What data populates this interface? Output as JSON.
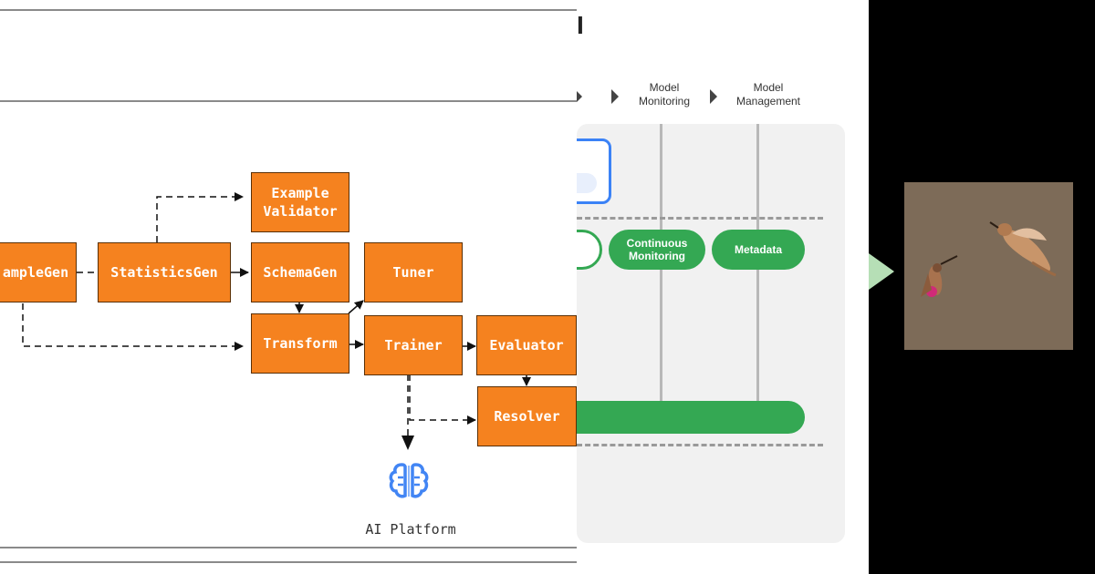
{
  "pipeline": {
    "nodes": {
      "examplegen": "ampleGen",
      "statisticsgen": "StatisticsGen",
      "example_validator_1": "Example",
      "example_validator_2": "Validator",
      "schemagen": "SchemaGen",
      "tuner": "Tuner",
      "transform": "Transform",
      "trainer": "Trainer",
      "evaluator": "Evaluator",
      "resolver": "Resolver"
    },
    "ai_platform_label": "AI Platform",
    "colors": {
      "node_fill": "#f5821f",
      "node_border": "#5a2f05",
      "ai_blue": "#4285f4"
    }
  },
  "middle": {
    "title_fragment": "I",
    "stages": [
      {
        "line1": "Model",
        "line2": "Monitoring"
      },
      {
        "line1": "Model",
        "line2": "Management"
      }
    ],
    "pills": {
      "continuous_1": "Continuous",
      "continuous_2": "Monitoring",
      "metadata": "Metadata"
    },
    "colors": {
      "green": "#34a853",
      "blue": "#3b82f6"
    }
  },
  "right": {
    "arrow_color": "#b6dfb6",
    "photo_subject": "hummingbirds"
  }
}
